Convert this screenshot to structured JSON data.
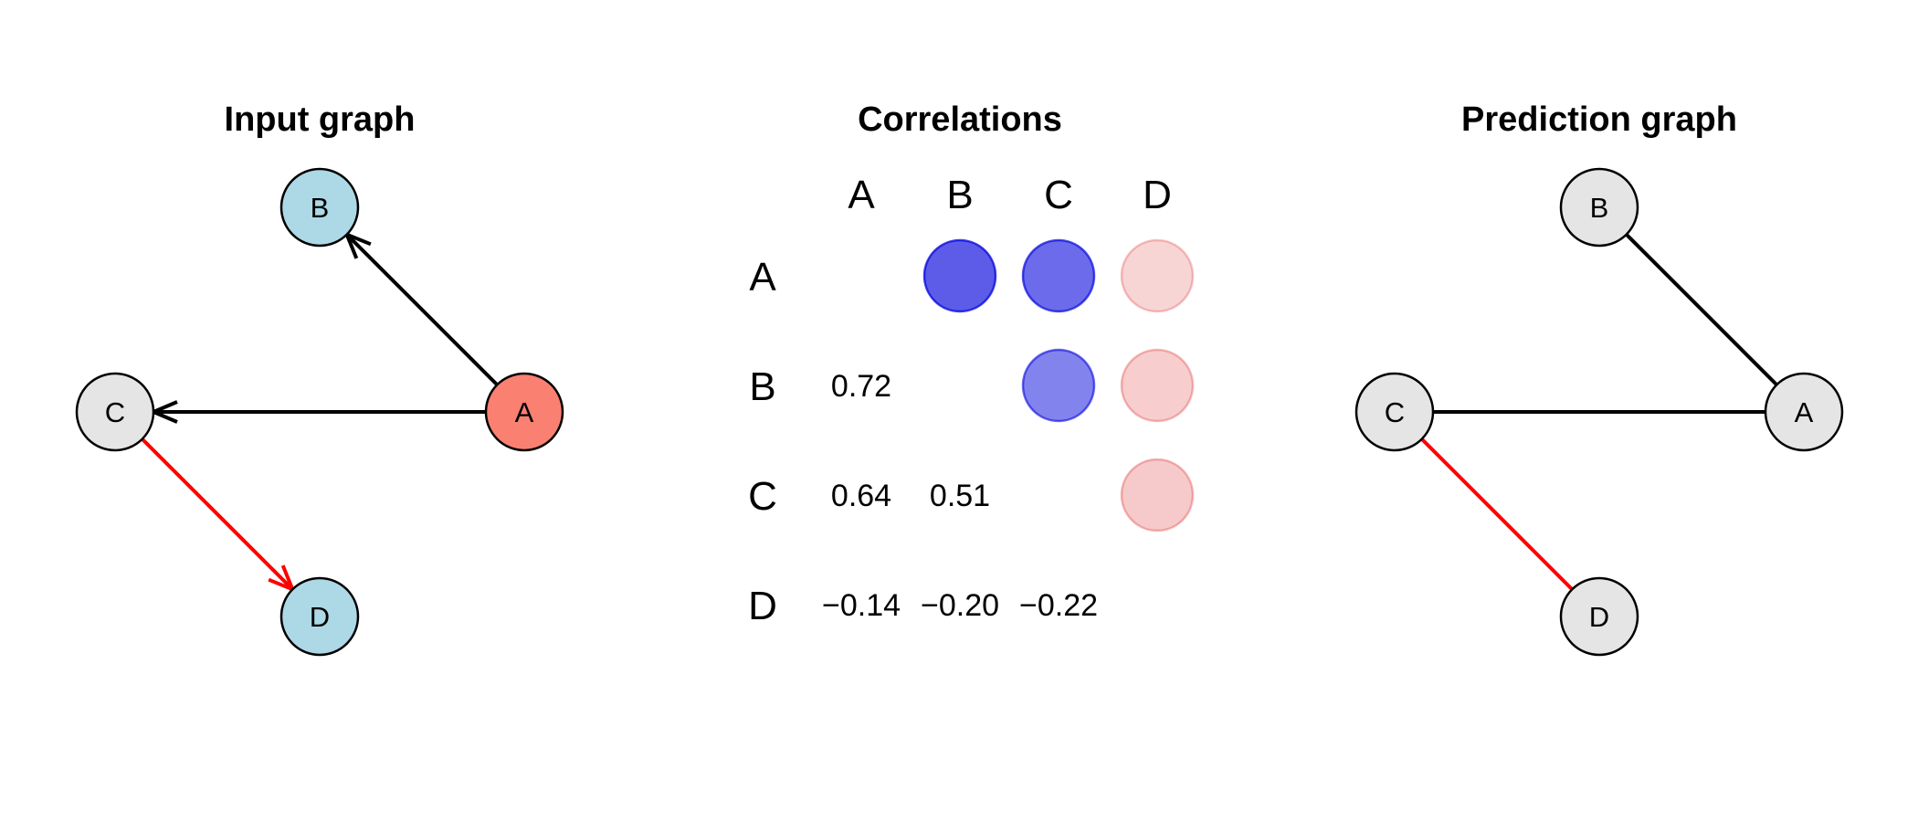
{
  "input_graph": {
    "title": "Input graph",
    "nodes": [
      {
        "id": "A",
        "label": "A",
        "fill": "#FA8072"
      },
      {
        "id": "B",
        "label": "B",
        "fill": "#ADD8E6"
      },
      {
        "id": "C",
        "label": "C",
        "fill": "#E5E5E5"
      },
      {
        "id": "D",
        "label": "D",
        "fill": "#ADD8E6"
      }
    ],
    "edges": [
      {
        "from": "A",
        "to": "B",
        "color": "#000000",
        "directed": true
      },
      {
        "from": "A",
        "to": "C",
        "color": "#000000",
        "directed": true
      },
      {
        "from": "C",
        "to": "D",
        "color": "#FF0000",
        "directed": true
      }
    ]
  },
  "correlations": {
    "title": "Correlations",
    "variables": [
      "A",
      "B",
      "C",
      "D"
    ],
    "pairs": [
      {
        "row": "B",
        "col": "A",
        "value": 0.72,
        "label": "0.72"
      },
      {
        "row": "C",
        "col": "A",
        "value": 0.64,
        "label": "0.64"
      },
      {
        "row": "C",
        "col": "B",
        "value": 0.51,
        "label": "0.51"
      },
      {
        "row": "D",
        "col": "A",
        "value": -0.14,
        "label": "−0.14"
      },
      {
        "row": "D",
        "col": "B",
        "value": -0.2,
        "label": "−0.20"
      },
      {
        "row": "D",
        "col": "C",
        "value": -0.22,
        "label": "−0.22"
      }
    ],
    "positive_color": "#0000DD",
    "negative_color": "#E04040"
  },
  "prediction_graph": {
    "title": "Prediction graph",
    "nodes": [
      {
        "id": "A",
        "label": "A",
        "fill": "#E5E5E5"
      },
      {
        "id": "B",
        "label": "B",
        "fill": "#E5E5E5"
      },
      {
        "id": "C",
        "label": "C",
        "fill": "#E5E5E5"
      },
      {
        "id": "D",
        "label": "D",
        "fill": "#E5E5E5"
      }
    ],
    "edges": [
      {
        "from": "A",
        "to": "B",
        "color": "#000000",
        "directed": false
      },
      {
        "from": "A",
        "to": "C",
        "color": "#000000",
        "directed": false
      },
      {
        "from": "C",
        "to": "D",
        "color": "#FF0000",
        "directed": false
      }
    ]
  }
}
